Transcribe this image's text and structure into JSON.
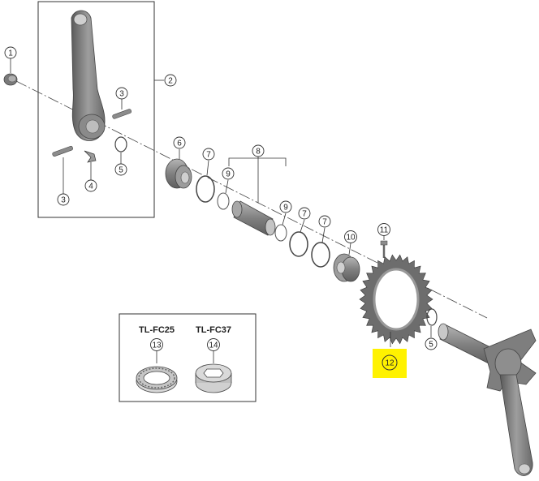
{
  "diagram": {
    "callouts": [
      {
        "id": "c1",
        "label": "1"
      },
      {
        "id": "c2",
        "label": "2"
      },
      {
        "id": "c3a",
        "label": "3"
      },
      {
        "id": "c3b",
        "label": "3"
      },
      {
        "id": "c4",
        "label": "4"
      },
      {
        "id": "c5a",
        "label": "5"
      },
      {
        "id": "c5b",
        "label": "5"
      },
      {
        "id": "c6",
        "label": "6"
      },
      {
        "id": "c7a",
        "label": "7"
      },
      {
        "id": "c7b",
        "label": "7"
      },
      {
        "id": "c7c",
        "label": "7"
      },
      {
        "id": "c8",
        "label": "8"
      },
      {
        "id": "c9a",
        "label": "9"
      },
      {
        "id": "c9b",
        "label": "9"
      },
      {
        "id": "c10",
        "label": "10"
      },
      {
        "id": "c11",
        "label": "11"
      },
      {
        "id": "c12",
        "label": "12",
        "highlight": true
      },
      {
        "id": "c13",
        "label": "13"
      },
      {
        "id": "c14",
        "label": "14"
      }
    ],
    "tools": [
      {
        "id": "tool1",
        "name": "TL-FC25"
      },
      {
        "id": "tool2",
        "name": "TL-FC37"
      }
    ],
    "colors": {
      "part_dark": "#6e6e6e",
      "part_mid": "#9a9a9a",
      "part_light": "#c8c8c8",
      "line": "#333333",
      "highlight": "#fff200"
    }
  }
}
